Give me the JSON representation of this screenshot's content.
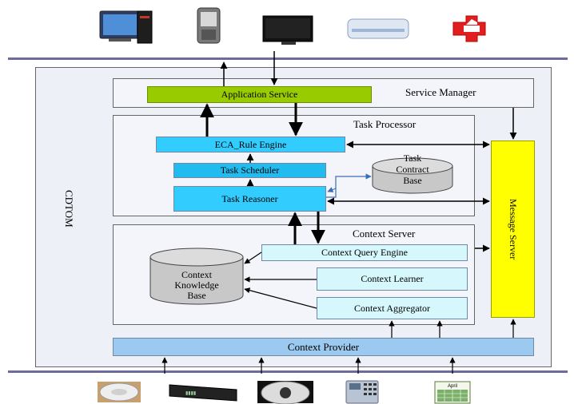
{
  "system_label": "CDTOM",
  "service_manager": {
    "title": "Service Manager",
    "application_service": "Application Service"
  },
  "task_processor": {
    "title": "Task Processor",
    "eca_rule_engine": "ECA_Rule Engine",
    "task_scheduler": "Task Scheduler",
    "task_reasoner": "Task Reasoner",
    "task_contract_base": [
      "Task",
      "Contract",
      "Base"
    ]
  },
  "context_server": {
    "title": "Context Server",
    "context_query_engine": "Context Query Engine",
    "context_learner": "Context Learner",
    "context_aggregator": "Context Aggregator",
    "context_knowledge_base": [
      "Context",
      "Knowledge",
      "Base"
    ]
  },
  "message_server": "Message Server",
  "context_provider": "Context Provider",
  "devices_top": [
    "desktop-computer-icon",
    "mobile-phone-icon",
    "flat-tv-icon",
    "air-conditioner-icon",
    "medical-cross-icon"
  ],
  "sensors_bottom": [
    "smoke-detector-icon",
    "usb-sensor-icon",
    "camera-icon",
    "keypad-icon",
    "calendar-icon"
  ],
  "calendar_month": "April",
  "colors": {
    "separator": "#6d6a9c",
    "application_service": "#99cc00",
    "task_boxes": "#33ccff",
    "context_boxes": "#d6f7fb",
    "message_server": "#ffff00",
    "context_provider": "#9cc9ef"
  }
}
